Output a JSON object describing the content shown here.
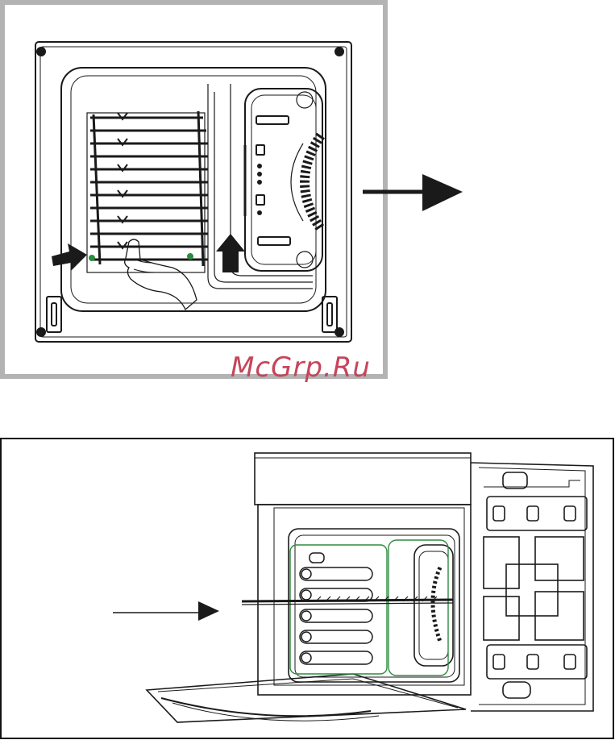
{
  "watermark": {
    "text": "McGrp.Ru",
    "color": "#c6455b"
  },
  "colors": {
    "line": "#1a1a1a",
    "frame_top": "#b3b3b3",
    "rail_green": "#2e8b3e"
  },
  "figures": [
    {
      "id": "rear-wall-guide-removal",
      "arrows": [
        "left-pointer-arrow",
        "up-pointer-arrow",
        "right-transition-arrow"
      ]
    },
    {
      "id": "oven-shelf-insertion",
      "arrows": [
        "shelf-pointer-arrow"
      ]
    }
  ]
}
